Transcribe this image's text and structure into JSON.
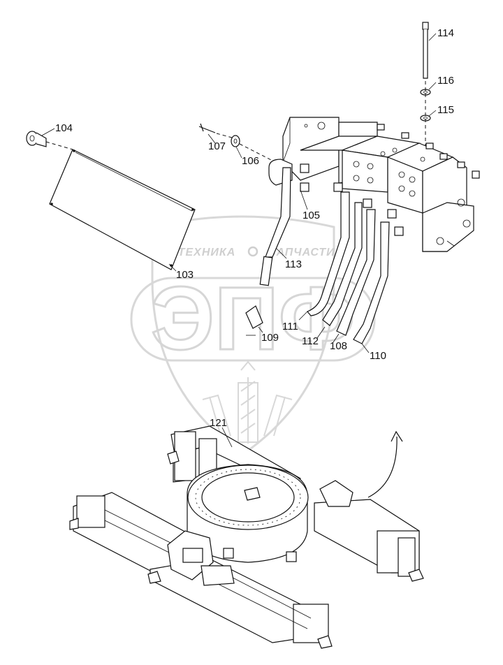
{
  "callouts": [
    {
      "id": "c114",
      "text": "114"
    },
    {
      "id": "c116",
      "text": "116"
    },
    {
      "id": "c115",
      "text": "115"
    },
    {
      "id": "c104",
      "text": "104"
    },
    {
      "id": "c107",
      "text": "107"
    },
    {
      "id": "c106",
      "text": "106"
    },
    {
      "id": "c105",
      "text": "105"
    },
    {
      "id": "c113",
      "text": "113"
    },
    {
      "id": "c103",
      "text": "103"
    },
    {
      "id": "c111",
      "text": "111"
    },
    {
      "id": "c109",
      "text": "109"
    },
    {
      "id": "c112",
      "text": "112"
    },
    {
      "id": "c108",
      "text": "108"
    },
    {
      "id": "c110",
      "text": "110"
    },
    {
      "id": "c121",
      "text": "121"
    }
  ],
  "watermark": {
    "left_word": "ТЕХНИКА",
    "right_word": "ЗАПЧАСТИ",
    "logo_letters": "ЭПФ"
  },
  "colors": {
    "line": "#111111",
    "watermark": "#d0d0d0",
    "background": "#ffffff"
  }
}
